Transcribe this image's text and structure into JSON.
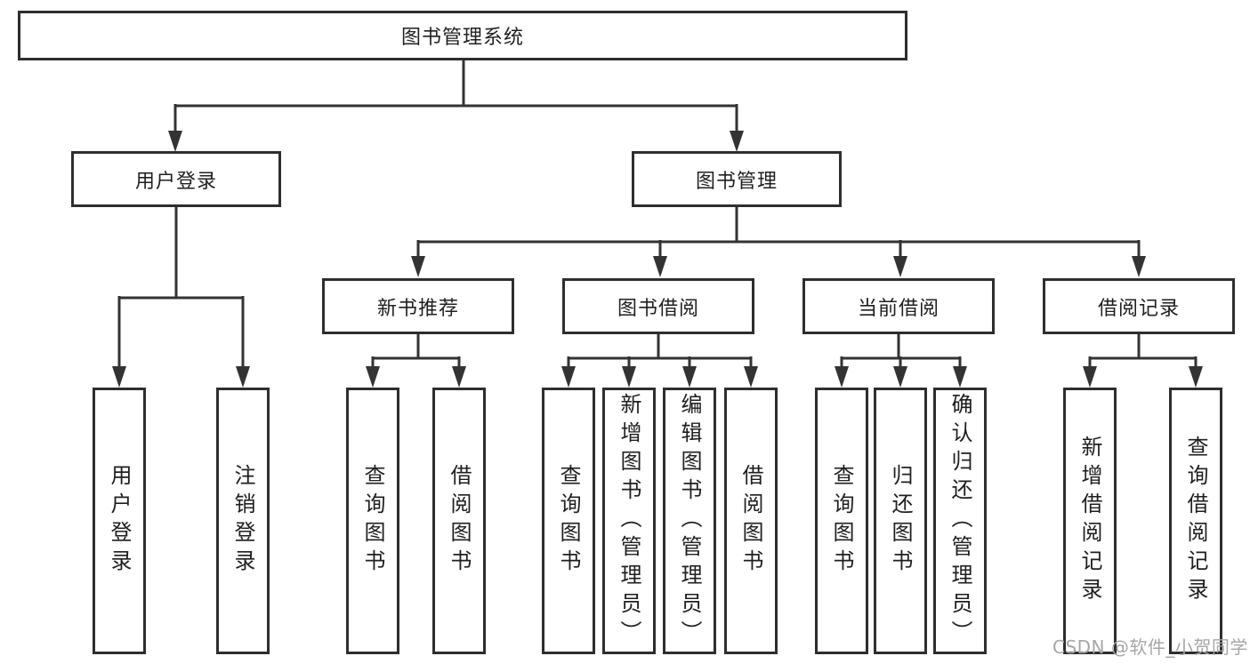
{
  "diagram": {
    "colors": {
      "line": "#333333",
      "box_border": "#2e2e2e",
      "text": "#1f1f1f",
      "background": "#ffffff",
      "watermark": "#a6a6a6"
    },
    "watermark": "CSDN @软件_小贺同学",
    "nodes": {
      "root": "图书管理系统",
      "user_login": "用户登录",
      "book_mgmt": "图书管理",
      "new_book_rec": "新书推荐",
      "book_borrow": "图书借阅",
      "current_borrow": "当前借阅",
      "borrow_record": "借阅记录",
      "leaf_user_login": "用户登录",
      "leaf_logout": "注销登录",
      "leaf_nbr_query": "查询图书",
      "leaf_nbr_borrow": "借阅图书",
      "leaf_bb_query": "查询图书",
      "leaf_bb_add": "新增图书（管理员）",
      "leaf_bb_edit": "编辑图书（管理员）",
      "leaf_bb_borrow": "借阅图书",
      "leaf_cb_query": "查询图书",
      "leaf_cb_return": "归还图书",
      "leaf_cb_confirm": "确认归还（管理员）",
      "leaf_br_add": "新增借阅记录",
      "leaf_br_query": "查询借阅记录"
    }
  }
}
